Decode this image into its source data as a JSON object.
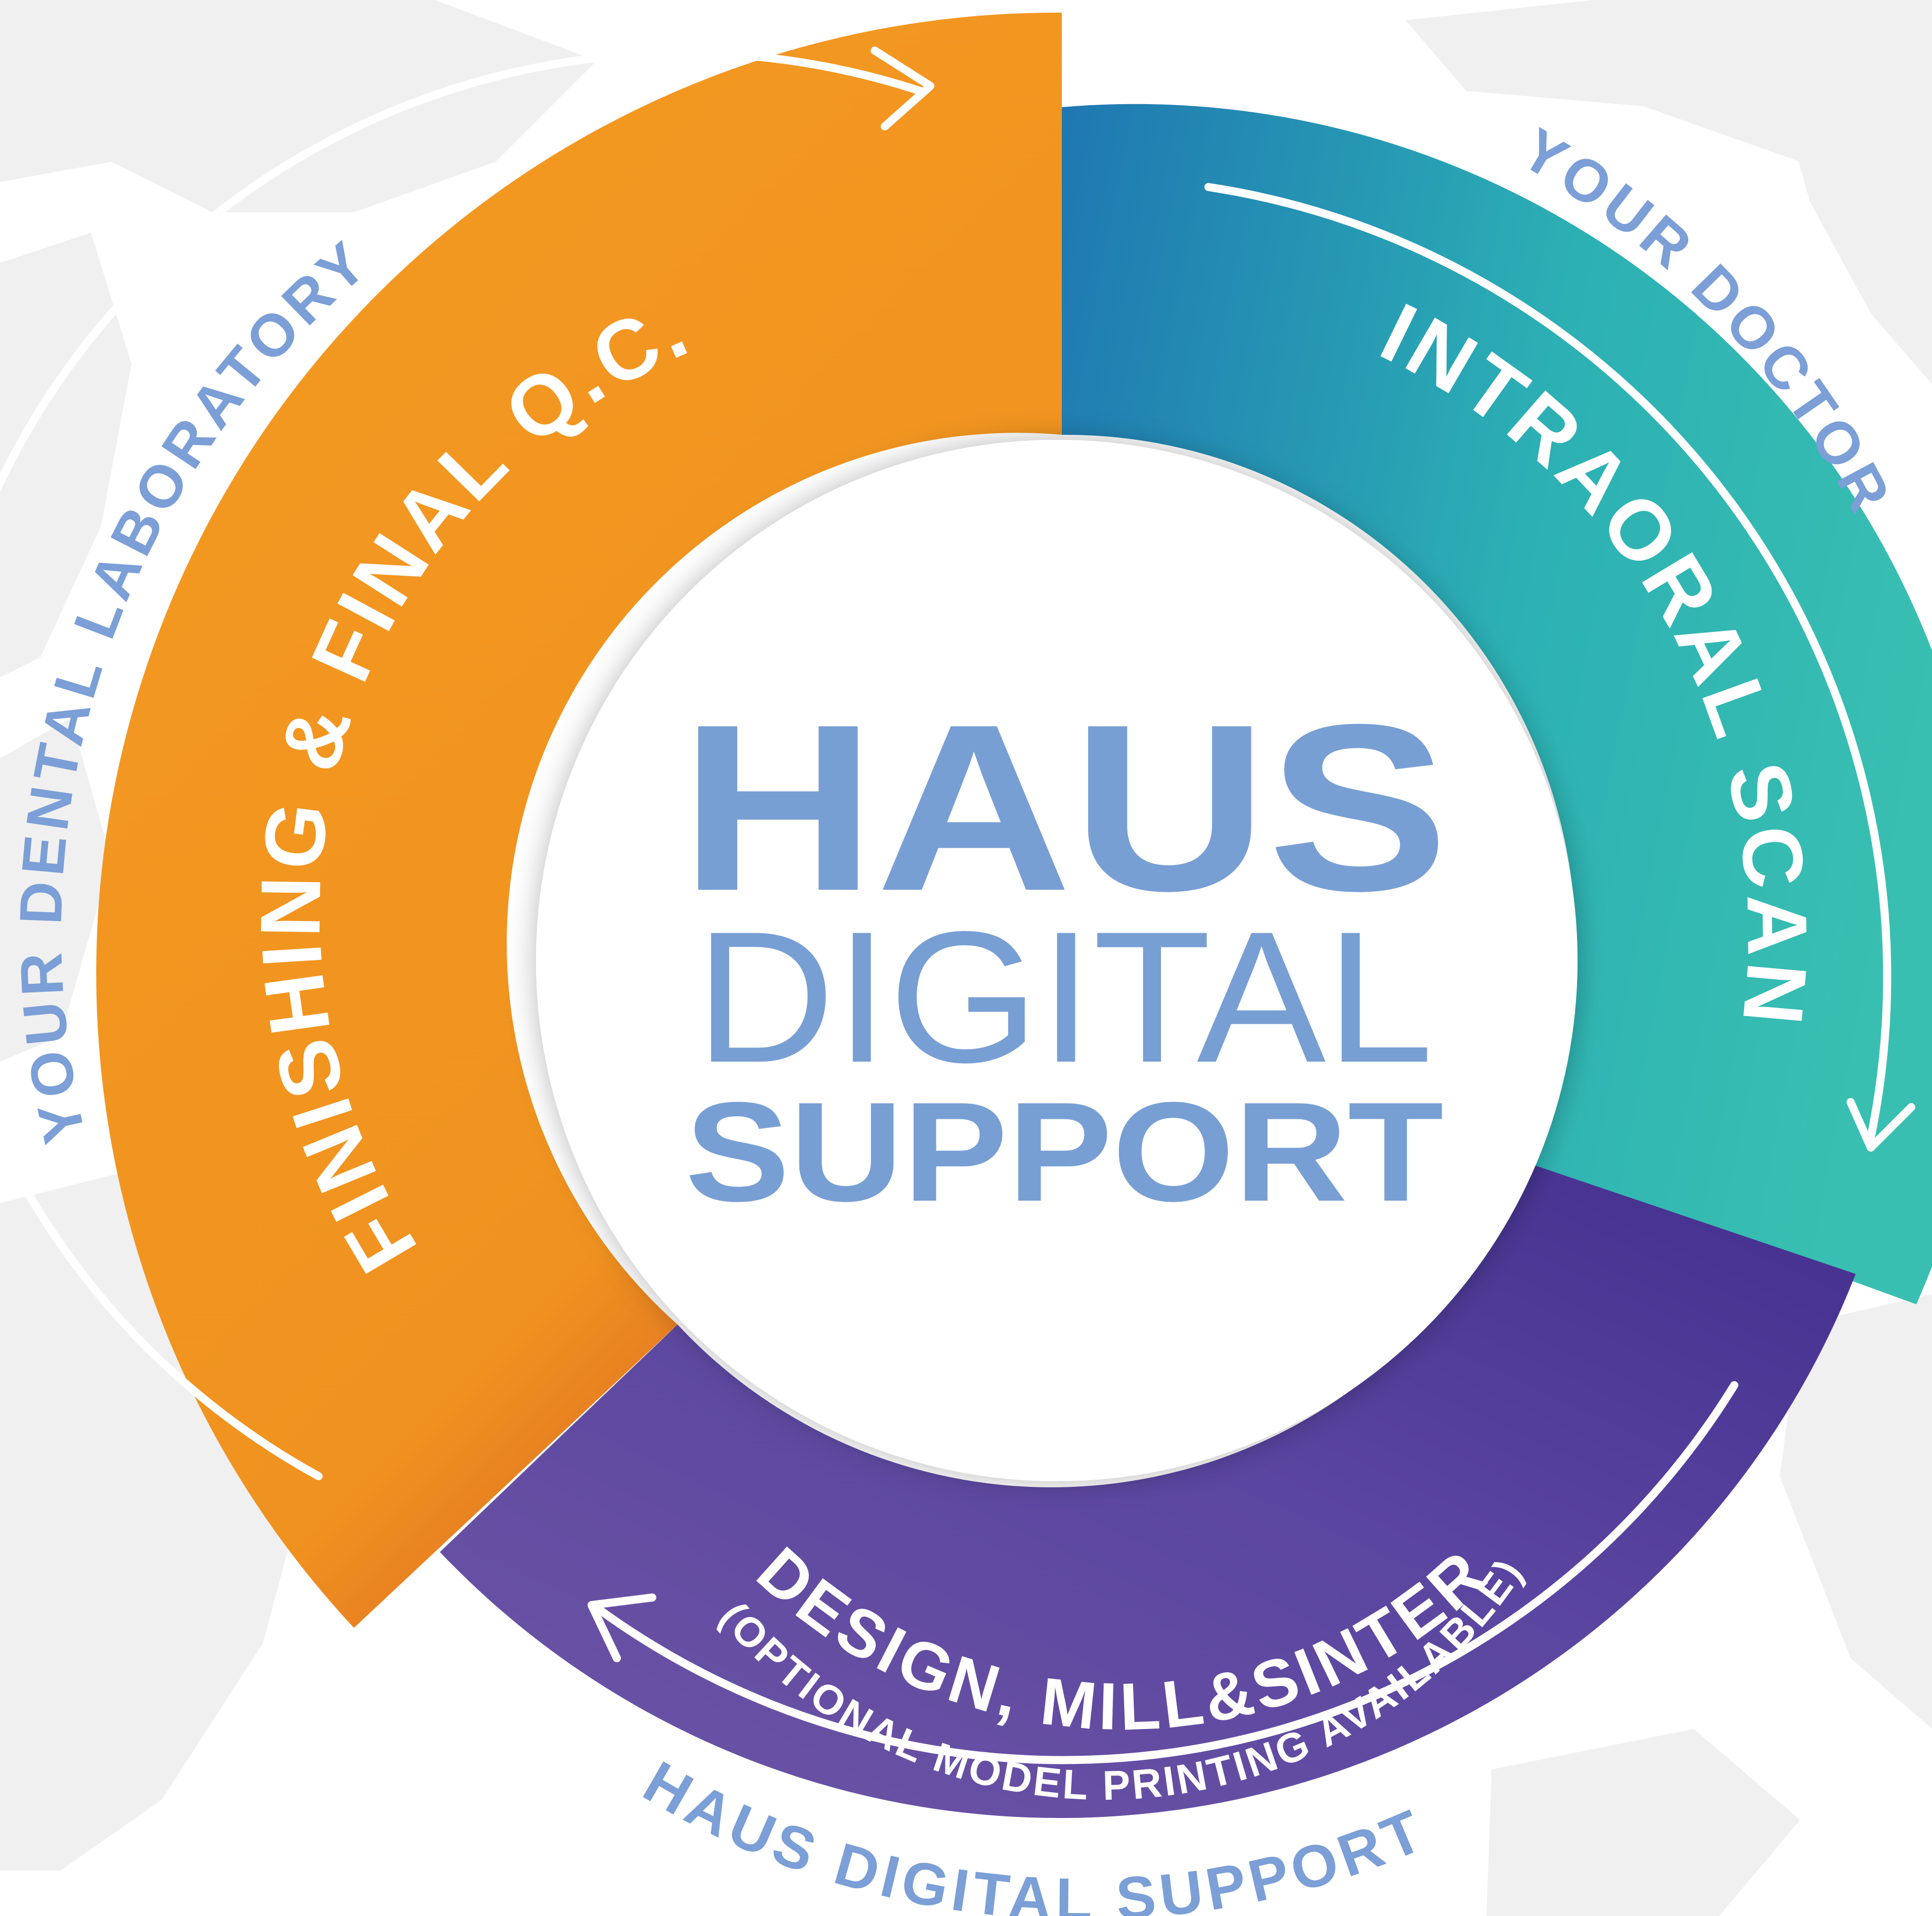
{
  "diagram": {
    "center": {
      "line1": "HAUS",
      "line2": "DIGITAL",
      "line3": "SUPPORT"
    },
    "segments": [
      {
        "id": "intraoral-scan",
        "label": "INTRAORAL SCAN",
        "owner": "YOUR DOCTOR",
        "color_start": "#1f77b2",
        "color_end": "#39bfb1"
      },
      {
        "id": "design-mill-sinter",
        "label": "DESIGN, MILL&SINTER",
        "sublabel": "(OPTIONAL MODEL PRINTING AVAILABLE)",
        "owner": "HAUS DIGITAL SUPPORT",
        "color_start": "#6b52a3",
        "color_end": "#432e8e"
      },
      {
        "id": "finishing-final-qc",
        "label": "FINISHING & FINAL Q.C.",
        "owner": "YOUR DENTAL LABORATORY",
        "color_start": "#f39a22",
        "color_end": "#d2562a"
      }
    ],
    "colors": {
      "label_blue": "#789fd4",
      "background_map": "#f1f0f0"
    }
  }
}
